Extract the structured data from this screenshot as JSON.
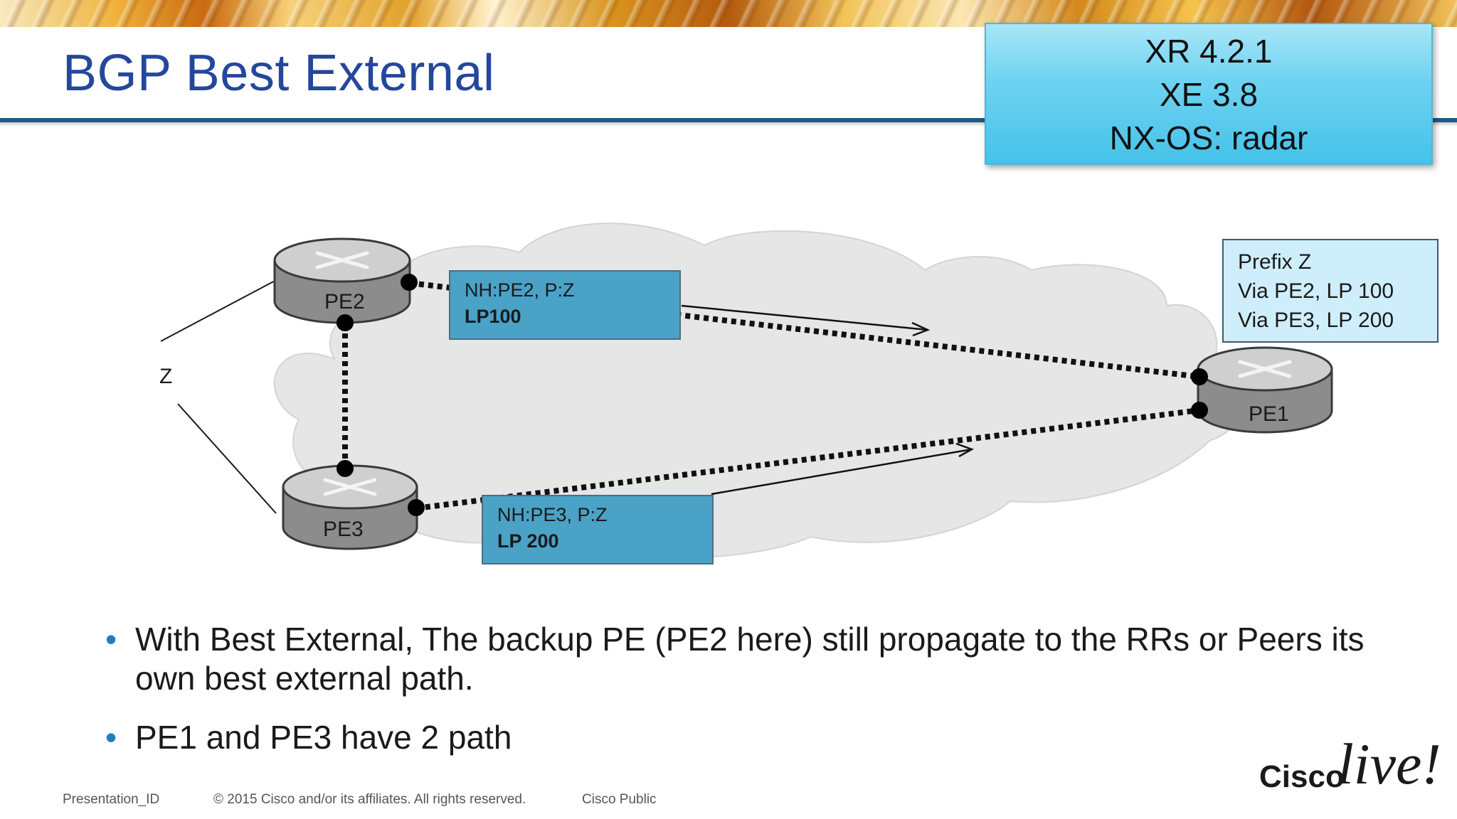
{
  "slide": {
    "title": "BGP Best External"
  },
  "versions": {
    "lines": [
      "XR 4.2.1",
      "XE 3.8",
      "NX-OS: radar"
    ]
  },
  "diagram": {
    "external_prefix": "Z",
    "routers": {
      "pe2": "PE2",
      "pe3": "PE3",
      "pe1": "PE1"
    },
    "box_pe2": {
      "line1": "NH:PE2, P:Z",
      "line2": "LP100"
    },
    "box_pe3": {
      "line1": "NH:PE3, P:Z",
      "line2": "LP 200"
    },
    "prefix_box": [
      "Prefix Z",
      "Via PE2, LP 100",
      "Via PE3, LP 200"
    ]
  },
  "bullets": [
    "With Best External, The backup PE (PE2 here) still propagate to the RRs or Peers its own best external path.",
    "PE1 and PE3 have 2 path"
  ],
  "footer": {
    "presentation_id": "Presentation_ID",
    "copyright": "© 2015 Cisco and/or its affiliates. All rights reserved.",
    "classification": "Cisco Public"
  },
  "logo": {
    "word1": "Cisco",
    "word2": "live!"
  },
  "colors": {
    "title": "#25479b",
    "rule": "#1e5a86",
    "label_box": "#4aa2c6",
    "prefix_box": "#cfeefb",
    "cloud": "#e6e6e6",
    "bullet": "#1f7fc1"
  }
}
